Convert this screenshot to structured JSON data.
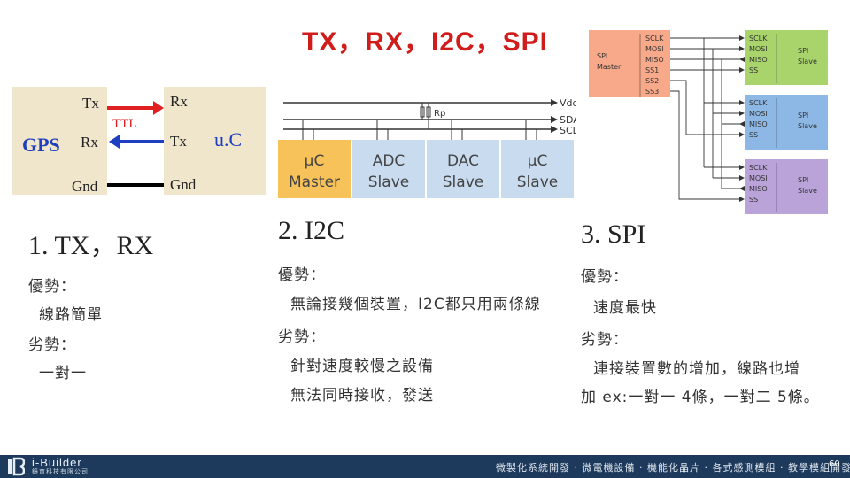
{
  "title": "TX，RX，I2C，SPI",
  "uart_diagram": {
    "gps_label": "GPS",
    "left_tx": "Tx",
    "left_rx": "Rx",
    "left_gnd": "Gnd",
    "ttl_label": "TTL",
    "right_rx": "Rx",
    "right_tx": "Tx",
    "right_gnd": "Gnd",
    "uc_label": "u.C",
    "colors": {
      "red": "#e02020",
      "blue": "#1e3fbf",
      "box": "#efe6cc"
    }
  },
  "i2c_diagram": {
    "vdd": "Vdd",
    "sda": "SDA",
    "scl": "SCL",
    "rp": "Rp",
    "boxes": [
      {
        "line1": "µC",
        "line2": "Master"
      },
      {
        "line1": "ADC",
        "line2": "Slave"
      },
      {
        "line1": "DAC",
        "line2": "Slave"
      },
      {
        "line1": "µC",
        "line2": "Slave"
      }
    ],
    "colors": {
      "master": "#f7c25a",
      "slave": "#c9dcef"
    }
  },
  "spi_diagram": {
    "master_label_1": "SPI",
    "master_label_2": "Master",
    "master_pins": [
      "SCLK",
      "MOSI",
      "MISO",
      "SS1",
      "SS2",
      "SS3"
    ],
    "slave_pins": [
      "SCLK",
      "MOSI",
      "MISO",
      "SS"
    ],
    "slave_label_1": "SPI",
    "slave_label_2": "Slave",
    "colors": {
      "master": "#f7a98a",
      "slave1": "#a8d46b",
      "slave2": "#8db8e6",
      "slave3": "#b9a3d9"
    }
  },
  "columns": [
    {
      "heading": "1. TX，RX",
      "adv_label": "優勢：",
      "adv_items": [
        "線路簡單"
      ],
      "dis_label": "劣勢：",
      "dis_items": [
        "一對一"
      ]
    },
    {
      "heading": "2. I2C",
      "adv_label": "優勢：",
      "adv_items": [
        "無論接幾個裝置，I2C都只用兩條線"
      ],
      "dis_label": "劣勢：",
      "dis_items": [
        "針對速度較慢之設備",
        "無法同時接收，發送"
      ]
    },
    {
      "heading": "3. SPI",
      "adv_label": "優勢：",
      "adv_items": [
        "速度最快"
      ],
      "dis_label": "劣勢：",
      "dis_items": [
        "連接裝置數的增加，線路也增",
        "加 ex:一對一 4條，一對二 5條。"
      ]
    }
  ],
  "footer": {
    "logo_text": "i-Builder",
    "logo_sub": "鏡育科技有限公司",
    "tagline": "微製化系統開發 · 微電機設備 · 機能化晶片 · 各式感測模組 · 教學模組開發",
    "page_number": "60",
    "colors": {
      "bar": "#1d3a5c"
    }
  }
}
